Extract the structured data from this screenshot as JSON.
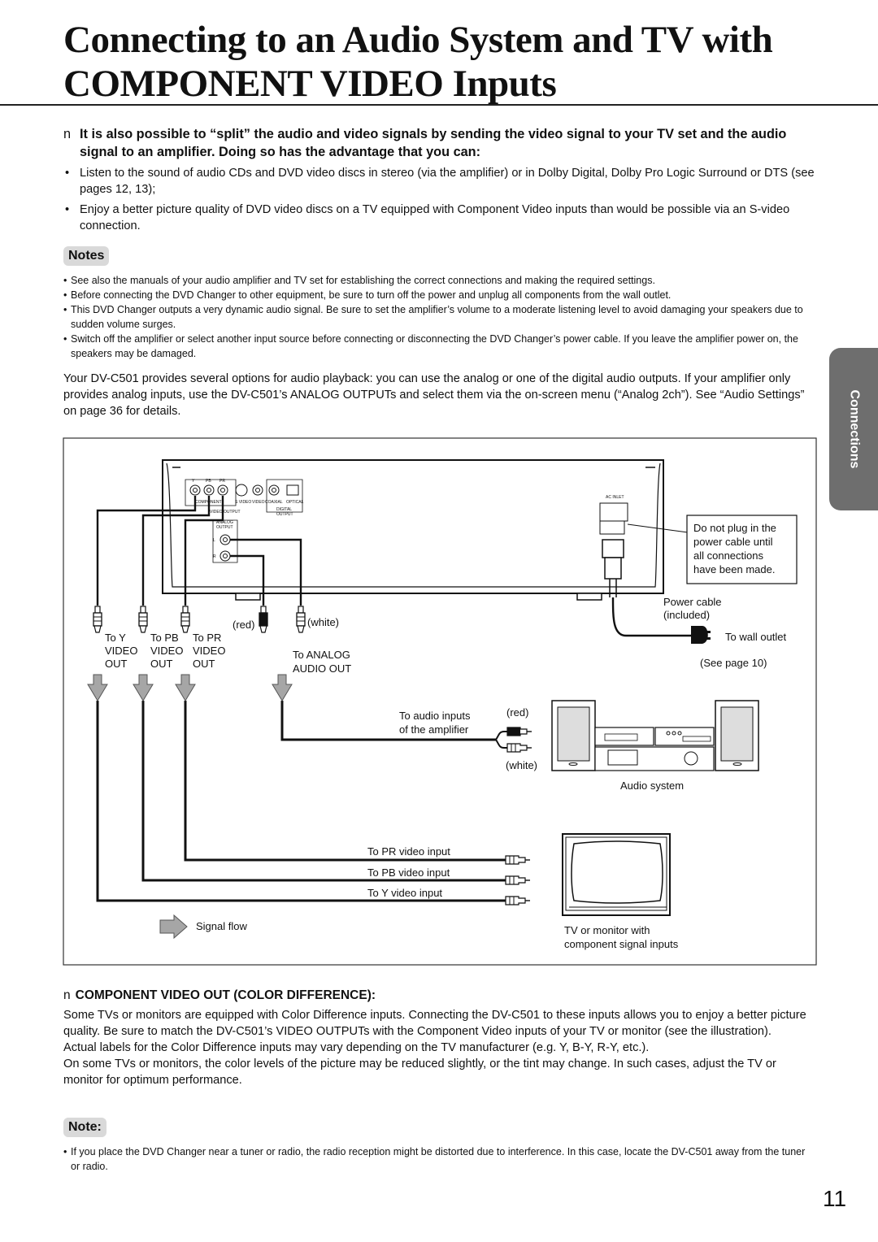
{
  "title": "Connecting to an Audio System and TV with COMPONENT VIDEO Inputs",
  "intro": {
    "marker": "n",
    "text": "It is also possible to “split” the audio and video signals by sending the video signal to your TV set and the audio signal to an amplifier. Doing so has the advantage that you can:",
    "bullets": [
      "Listen to the sound of audio CDs and DVD video discs in stereo (via the amplifier) or in Dolby Digital, Dolby Pro Logic Surround or DTS (see pages 12, 13);",
      "Enjoy a better picture quality of DVD video discs on a TV equipped with Component Video inputs than would be possible via an S-video connection."
    ]
  },
  "notes": {
    "heading": "Notes",
    "items": [
      "See also the manuals of your audio amplifier and TV set for establishing the correct connections and making the required settings.",
      "Before connecting the DVD Changer to other equipment, be sure to turn off the power and unplug all components from the wall outlet.",
      "This DVD Changer outputs a very dynamic audio signal. Be sure to set the amplifier’s volume to a moderate listening level to avoid damaging your speakers due to sudden volume surges.",
      "Switch off the amplifier or select another input source before connecting or disconnecting the DVD Changer’s power cable. If you leave the amplifier power on, the speakers may be damaged."
    ]
  },
  "paragraph": "Your DV-C501 provides several options for audio playback: you can use the analog or one of the digital audio outputs. If your amplifier only provides analog inputs, use the DV-C501’s ANALOG OUTPUTs and select them via the on-screen menu (“Analog 2ch”). See “Audio Settings” on page 36 for details.",
  "side_tab": "Connections",
  "diagram": {
    "panel_labels": {
      "ac_inlet": "AC INLET",
      "component": "COMPONENT",
      "video_output": "VIDEO OUTPUT",
      "svideo": "S VIDEO",
      "video": "VIDEO",
      "coaxial": "COAXIAL",
      "optical": "OPTICAL",
      "digital_output": [
        "DIGITAL",
        "OUTPUT"
      ],
      "analog_output": [
        "ANALOG",
        "OUTPUT"
      ],
      "jack_y": "Y",
      "jack_pb": "PB",
      "jack_pr": "PR",
      "left": "L",
      "right": "R"
    },
    "do_not_plug": [
      "Do not plug in the",
      "power cable until",
      "all connections",
      "have been made."
    ],
    "power_cable": [
      "Power cable",
      "(included)"
    ],
    "to_wall_outlet": "To wall outlet",
    "see_page": "(See page 10)",
    "red": "(red)",
    "white": "(white)",
    "to_y": [
      "To Y",
      "VIDEO",
      "OUT"
    ],
    "to_pb": [
      "To PB",
      "VIDEO",
      "OUT"
    ],
    "to_pr": [
      "To PR",
      "VIDEO",
      "OUT"
    ],
    "to_analog": [
      "To ANALOG",
      "AUDIO OUT"
    ],
    "to_audio_inputs": [
      "To audio inputs",
      "of the amplifier"
    ],
    "amp_red": "(red)",
    "amp_white": "(white)",
    "audio_system": "Audio system",
    "to_pr_input": "To PR video input",
    "to_pb_input": "To PB video input",
    "to_y_input": "To Y video input",
    "signal_flow": "Signal flow",
    "tv_caption": [
      "TV or monitor with",
      "component signal inputs"
    ]
  },
  "component_section": {
    "marker": "n",
    "heading": "COMPONENT VIDEO OUT (COLOR DIFFERENCE):",
    "paragraphs": [
      "Some TVs or monitors are equipped with Color Difference inputs. Connecting the DV-C501 to these inputs allows you to enjoy a better picture quality. Be sure to match the DV-C501’s VIDEO OUTPUTs with the Component Video inputs of your TV or monitor (see the illustration).",
      "Actual labels for the Color Difference inputs may vary depending on the TV manufacturer (e.g. Y, B-Y, R-Y, etc.).",
      "On some TVs or monitors, the color levels of the picture may be reduced slightly, or the tint may change. In such cases, adjust the TV or monitor for optimum performance."
    ]
  },
  "note": {
    "heading": "Note:",
    "items": [
      "If you place the DVD Changer near a tuner or radio, the radio reception might be distorted due to interference. In this case, locate the DV-C501 away from the tuner or radio."
    ]
  },
  "page_number": "11"
}
